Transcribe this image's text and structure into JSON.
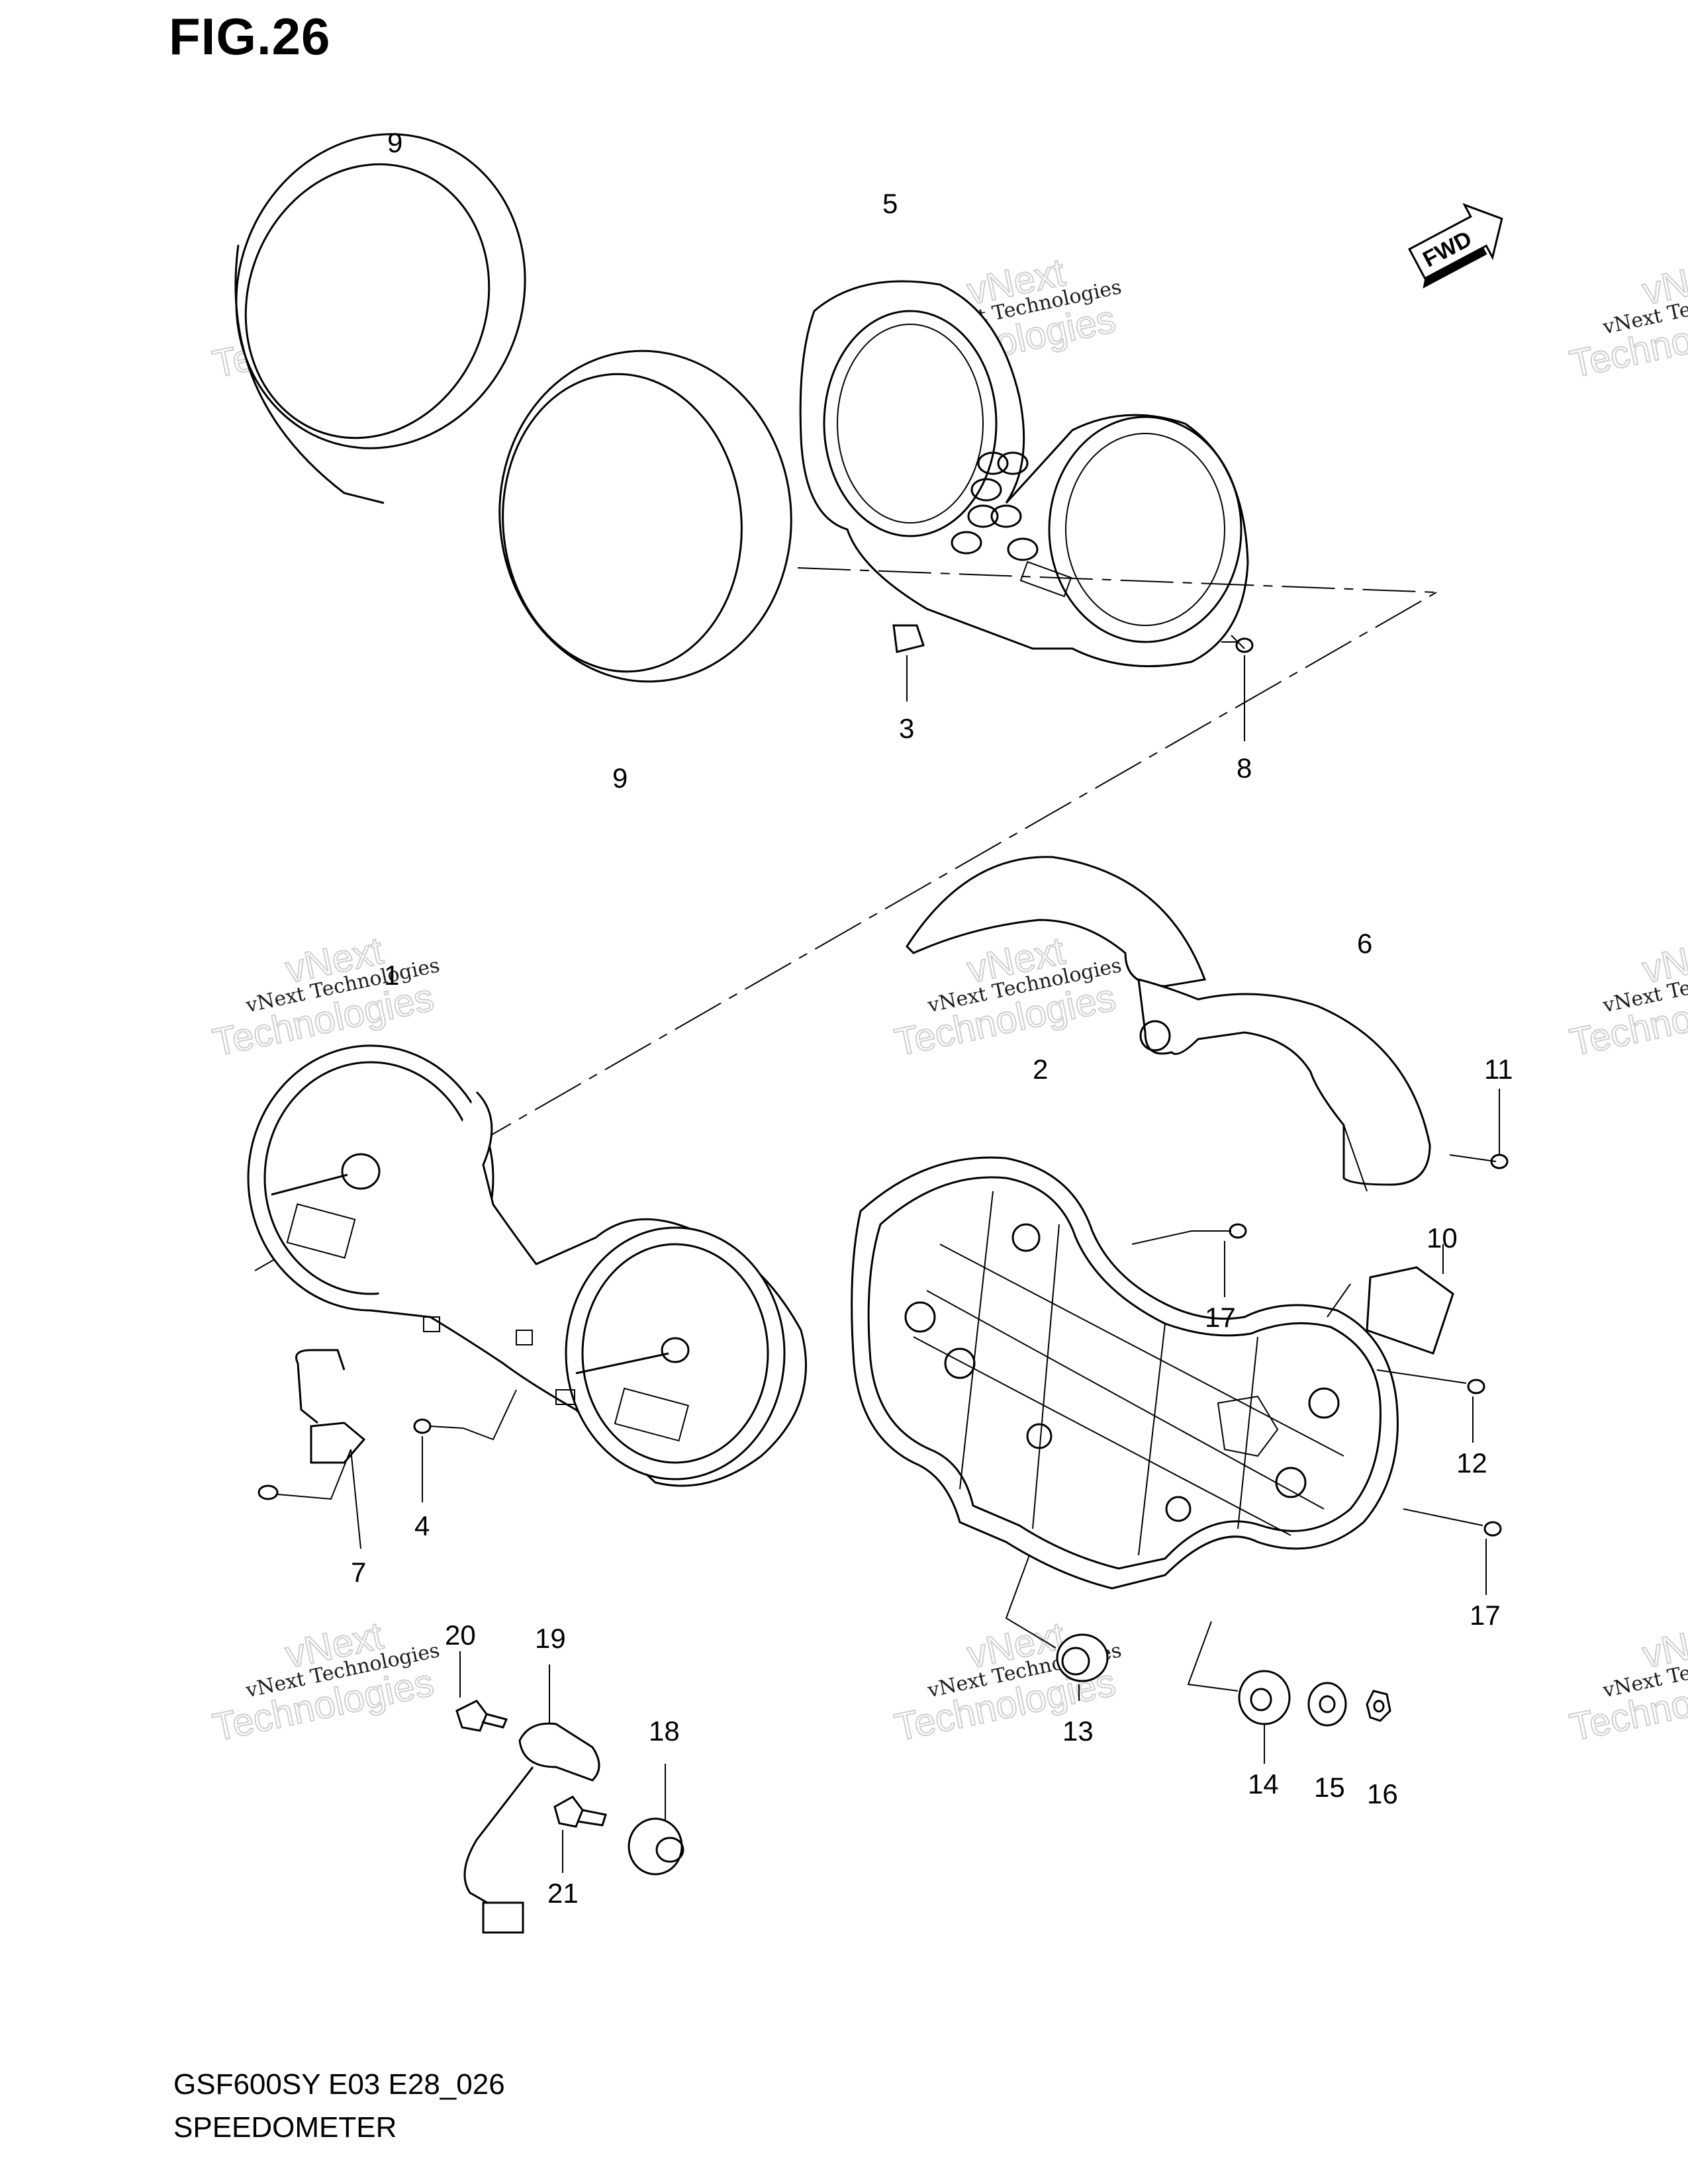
{
  "header": {
    "title": "FIG.26"
  },
  "footer": {
    "code": "GSF600SY E03 E28_026",
    "name": "SPEEDOMETER"
  },
  "direction_badge": {
    "label": "FWD"
  },
  "watermark": {
    "line1": "vNext Technologies",
    "line2": "vNext",
    "line3": "Technologies"
  },
  "callouts": [
    "1",
    "2",
    "3",
    "4",
    "5",
    "6",
    "7",
    "8",
    "9",
    "9",
    "10",
    "11",
    "12",
    "13",
    "14",
    "15",
    "16",
    "17",
    "17",
    "18",
    "19",
    "20",
    "21"
  ]
}
